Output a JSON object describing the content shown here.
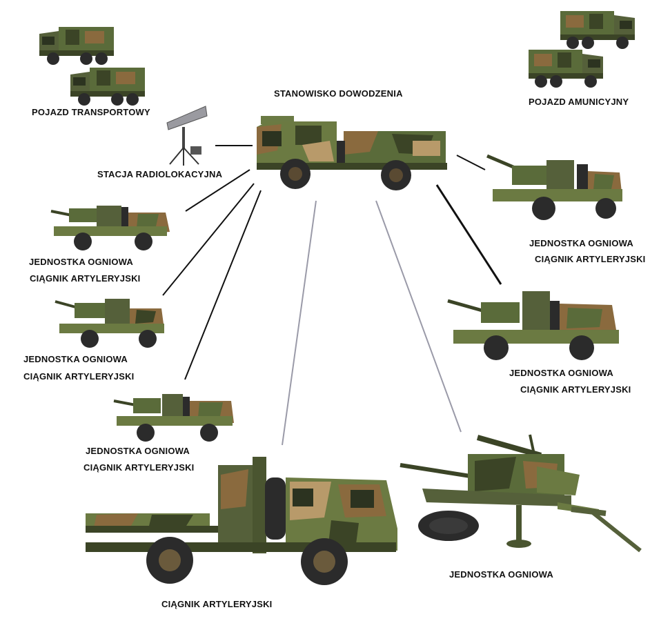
{
  "colors": {
    "camo_green": "#5a6b3a",
    "camo_brown": "#8a6a3e",
    "camo_tan": "#b89a6a",
    "camo_dark": "#3b4426",
    "olive": "#55603a",
    "tire": "#2b2b2b",
    "line_dark": "#111111",
    "line_light": "#9a9aa8"
  },
  "labels": {
    "command": "STANOWISKO DOWODZENIA",
    "transport": "POJAZD TRANSPORTOWY",
    "ammo": "POJAZD AMUNICYJNY",
    "radar": "STACJA RADIOLOKACYJNA",
    "fu_left_1_a": "JEDNOSTKA OGNIOWA",
    "fu_left_1_b": "CIĄGNIK ARTYLERYJSKI",
    "fu_left_2_a": "JEDNOSTKA OGNIOWA",
    "fu_left_2_b": "CIĄGNIK ARTYLERYJSKI",
    "fu_left_3_a": "JEDNOSTKA OGNIOWA",
    "fu_left_3_b": "CIĄGNIK ARTYLERYJSKI",
    "fu_right_1_a": "JEDNOSTKA OGNIOWA",
    "fu_right_1_b": "CIĄGNIK ARTYLERYJSKI",
    "fu_right_2_a": "JEDNOSTKA OGNIOWA",
    "fu_right_2_b": "CIĄGNIK ARTYLERYJSKI",
    "tractor": "CIĄGNIK ARTYLERYJSKI",
    "gun": "JEDNOSTKA OGNIOWA"
  }
}
